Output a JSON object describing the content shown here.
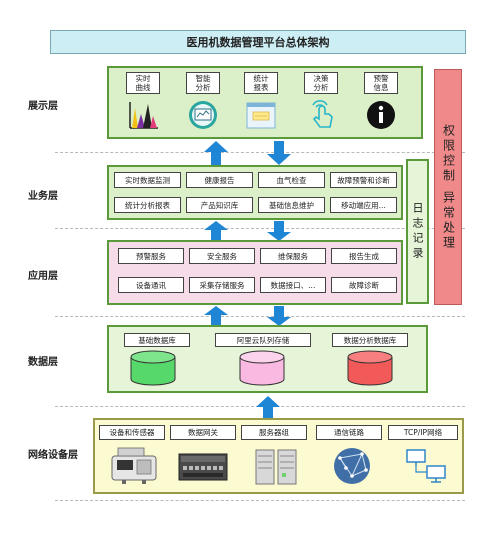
{
  "title": "医用机数据管理平台总体架构",
  "layers": {
    "display": "展示层",
    "business": "业务层",
    "application": "应用层",
    "data": "数据层",
    "network": "网络设备层"
  },
  "display_items": [
    "实时\n曲线",
    "智能\n分析",
    "统计\n报表",
    "决策\n分析",
    "预警\n信息"
  ],
  "business_items": [
    "实时数据监测",
    "健康报告",
    "血气检查",
    "故障预警和诊断",
    "统计分析报表",
    "产品知识库",
    "基础信息维护",
    "移动端应用..."
  ],
  "application_items": [
    "预警服务",
    "安全服务",
    "维保服务",
    "报告生成",
    "设备通讯",
    "采集存储服务",
    "数据接口、...",
    "故障诊断"
  ],
  "data_items": [
    "基础数据库",
    "阿里云队列存储",
    "数据分析数据库"
  ],
  "network_items": [
    "设备和传感器",
    "数据网关",
    "服务器组",
    "通信链路",
    "TCP/IP网络"
  ],
  "side_log": "日志记录",
  "side_auth": "权限控制 异常处理",
  "colors": {
    "title_bg": "#cdeef5",
    "green_panel": "#dbefc8",
    "pink_panel": "#f6dbe9",
    "yellow_panel": "#fbfad0",
    "side_red": "#f08a8a",
    "arrow_blue": "#1f86d6",
    "db_green": "#57d86a",
    "db_pink": "#f9b9e0",
    "db_red": "#f25a5a"
  }
}
